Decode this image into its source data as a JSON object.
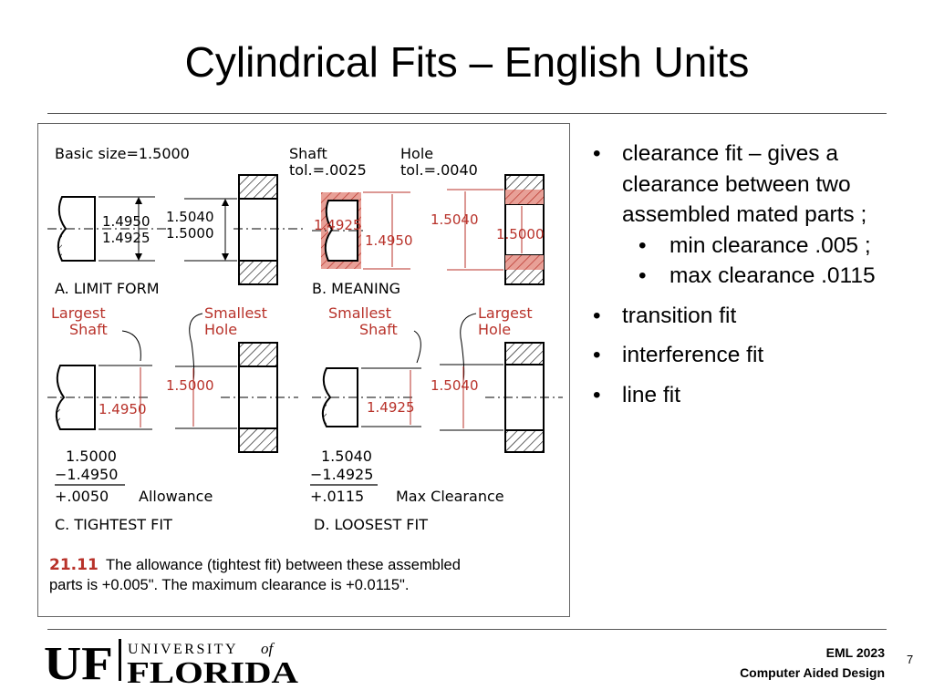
{
  "slide": {
    "title": "Cylindrical Fits – English Units",
    "page_number": "7"
  },
  "bullets": {
    "b1": "clearance fit – gives a clearance between two assembled mated parts ;",
    "b1_sub1": "min clearance .005 ;",
    "b1_sub2": "max clearance .0115",
    "b2": "transition fit",
    "b3": "interference fit",
    "b4": "line fit"
  },
  "figure": {
    "basic_size": "Basic size=1.5000",
    "shaft_tol_label": "Shaft",
    "shaft_tol_value": "tol.=.0025",
    "hole_tol_label": "Hole",
    "hole_tol_value": "tol.=.0040",
    "a_shaft_max": "1.4950",
    "a_shaft_min": "1.4925",
    "a_hole_max": "1.5040",
    "a_hole_min": "1.5000",
    "b_shaft": "1.4925",
    "b_shaft2": "1.4950",
    "b_hole": "1.5040",
    "b_hole2": "1.5000",
    "caption_a": "A. LIMIT FORM",
    "caption_b": "B. MEANING",
    "largest_shaft_1": "Largest",
    "largest_shaft_2": "Shaft",
    "smallest_hole_1": "Smallest",
    "smallest_hole_2": "Hole",
    "smallest_shaft_1": "Smallest",
    "smallest_shaft_2": "Shaft",
    "largest_hole_1": "Largest",
    "largest_hole_2": "Hole",
    "c_hole": "1.5000",
    "c_shaft": "1.4950",
    "d_hole": "1.5040",
    "d_shaft": "1.4925",
    "c_calc_1": "1.5000",
    "c_calc_2": "−1.4950",
    "c_calc_3": "+.0050",
    "c_calc_label": "Allowance",
    "d_calc_1": "1.5040",
    "d_calc_2": "−1.4925",
    "d_calc_3": "+.0115",
    "d_calc_label": "Max Clearance",
    "caption_c": "C. TIGHTEST FIT",
    "caption_d": "D. LOOSEST FIT",
    "caption_num": "21.11",
    "caption_line1": "The allowance (tightest fit) between these assembled",
    "caption_line2": "parts is +0.005\". The maximum clearance is +0.0115\"."
  },
  "footer": {
    "course": "EML 2023",
    "course_name": "Computer Aided Design",
    "logo_uf": "UF",
    "logo_univ": "UNIVERSITY",
    "logo_of": "of",
    "logo_florida": "FLORIDA"
  },
  "colors": {
    "accent_red": "#b8322a",
    "hatch_fill": "#d97a70",
    "ink": "#000000"
  }
}
